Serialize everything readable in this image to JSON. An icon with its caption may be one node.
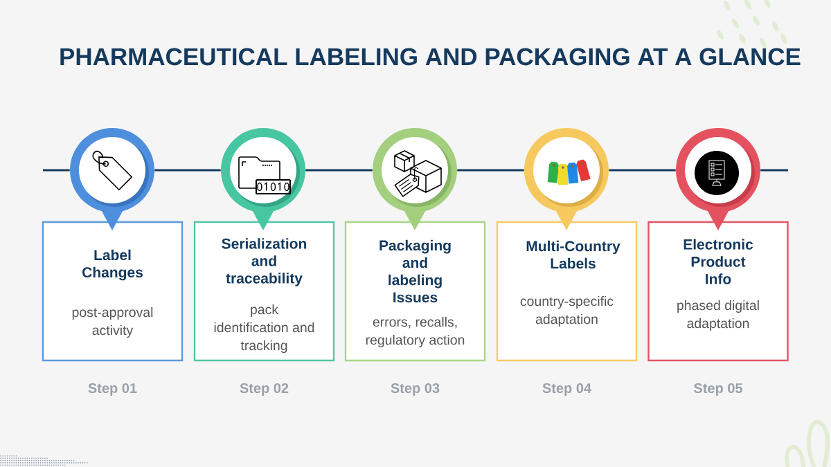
{
  "diagram": {
    "title": "PHARMACEUTICAL LABELING AND PACKAGING AT A GLANCE",
    "nodes": [
      {
        "text": [],
        "shape": "circle"
      },
      {
        "text": [],
        "shape": "circle"
      },
      {
        "text": [],
        "shape": "circle"
      },
      {
        "text": [],
        "shape": "circle"
      },
      {
        "text": [],
        "shape": "circle"
      },
      {
        "text": [
          "Label Changes",
          "post-approval activity"
        ],
        "beside": [
          "Step 01"
        ]
      },
      {
        "text": [
          "Serialization and traceability",
          "pack identification and tracking"
        ],
        "beside": [
          "Step 02"
        ]
      },
      {
        "text": [
          "Packaging and labeling Issues",
          "errors, recalls, regulatory action"
        ],
        "beside": [
          "Step 03"
        ]
      },
      {
        "text": [
          "Multi-Country Labels",
          "country-specific adaptation"
        ],
        "beside": [
          "Step 04"
        ]
      },
      {
        "text": [
          "Electronic Product Info",
          "phased digital adaptation"
        ],
        "beside": [
          "Step 05"
        ]
      }
    ],
    "edges": [
      {
        "from": null,
        "to": 0,
        "arrow": "none"
      },
      {
        "from": 0,
        "to": 1,
        "arrow": "none"
      },
      {
        "from": 1,
        "to": 2,
        "arrow": "none"
      },
      {
        "from": 2,
        "to": 3,
        "arrow": "none"
      },
      {
        "from": 3,
        "to": 4,
        "arrow": "none"
      },
      {
        "from": 4,
        "to": null,
        "arrow": "none"
      }
    ]
  }
}
